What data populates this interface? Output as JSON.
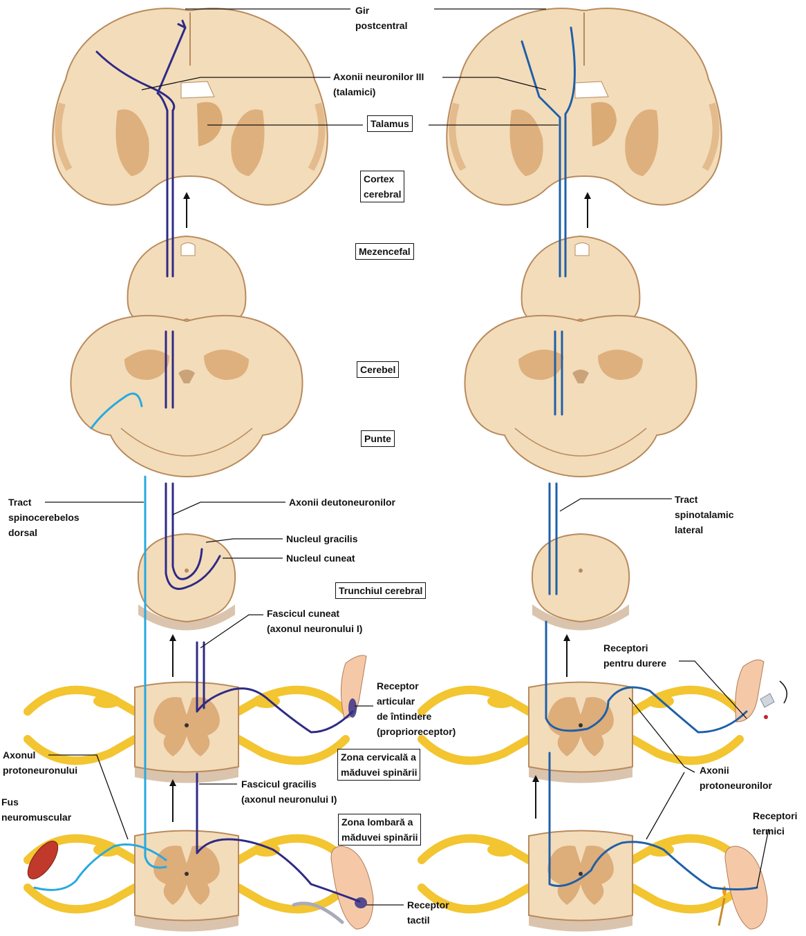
{
  "labels": {
    "gir": "Gir\npostcentral",
    "axonii_iii": "Axonii neuronilor III\n(talamici)",
    "talamus": "Talamus",
    "cortex": "Cortex\ncerebral",
    "mezencefal": "Mezencefal",
    "cerebel": "Cerebel",
    "punte": "Punte",
    "tract_scd": "Tract\nspinocerebelos\ndorsal",
    "axonii_deuto": "Axonii deutoneuronilor",
    "tract_stl": "Tract\nspinotalamic\nlateral",
    "nucleul_gracilis": "Nucleul gracilis",
    "nucleul_cuneat": "Nucleul cuneat",
    "trunchiul": "Trunchiul cerebral",
    "fascicul_cuneat": "Fascicul cuneat\n(axonul neuronului I)",
    "receptori_durere": "Receptori\npentru durere",
    "receptor_articular": "Receptor\narticular\nde întindere\n(proprioreceptor)",
    "zona_cervicala": "Zona cervicală a\nmăduvei spinării",
    "axonul_proto": "Axonul\nprotoneuronului",
    "axonii_proto": "Axonii\nprotoneuronilor",
    "fascicul_gracilis": "Fascicul gracilis\n(axonul neuronului I)",
    "fus": "Fus\nneuromuscular",
    "zona_lombara": "Zona lombară a\nmăduvei spinării",
    "receptori_termici": "Receptori\ntermici",
    "receptor_tactil": "Receptor\ntactil"
  },
  "colors": {
    "tissue": "#f3dcba",
    "tissue_edge": "#b88a5c",
    "gray_matter": "#d8a56e",
    "nerve": "#f2c531",
    "pathway_dorsal_column": "#2e2a86",
    "pathway_spinocerebellar": "#27a9e0",
    "pathway_spinothalamic": "#1f5fa8"
  }
}
